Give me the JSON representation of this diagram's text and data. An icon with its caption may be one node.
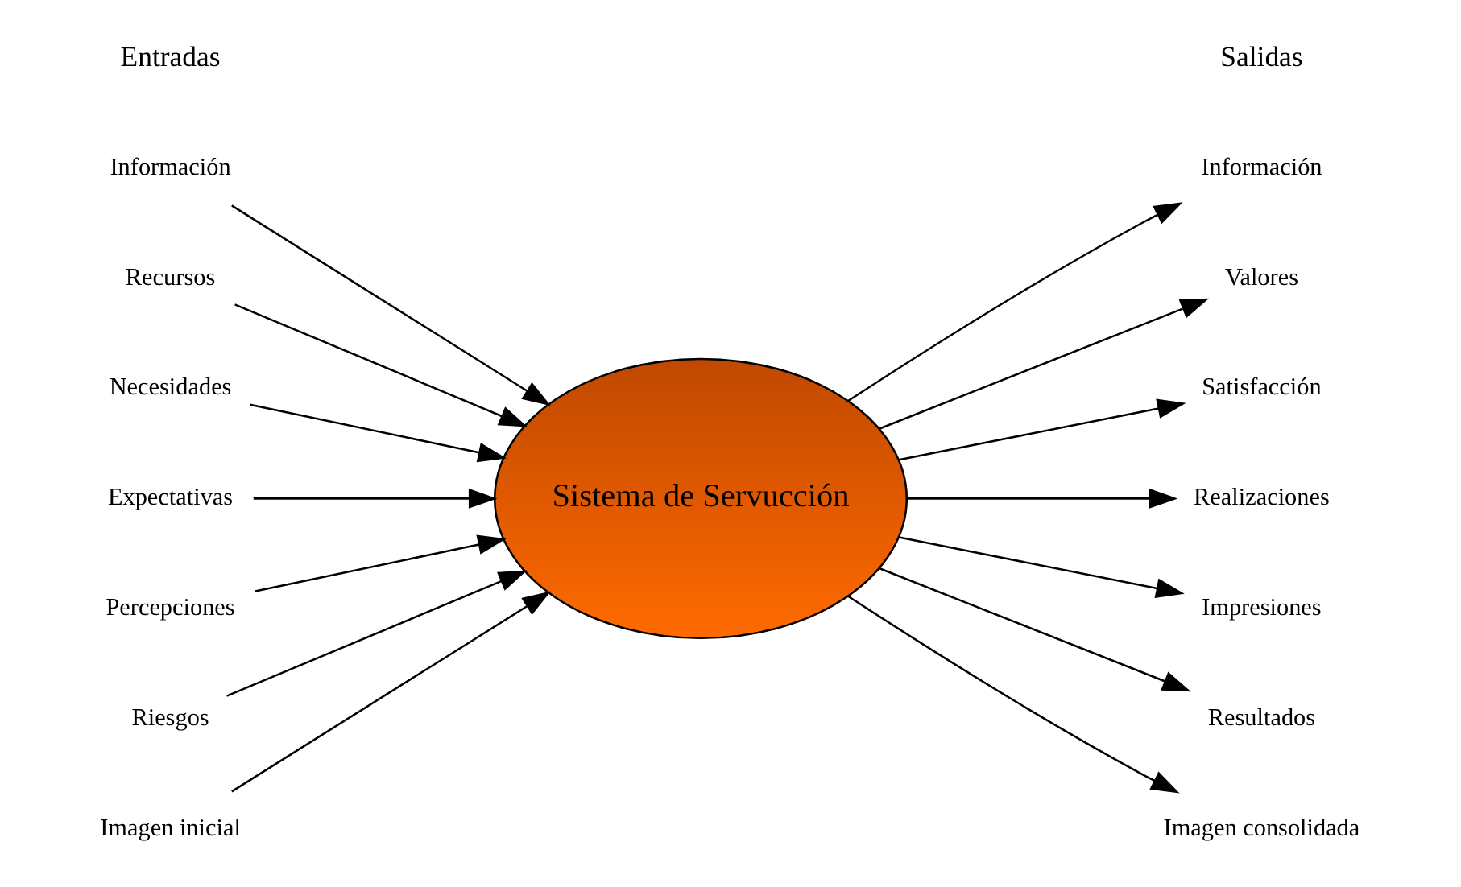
{
  "diagram": {
    "nodes": [
      {
        "text": [
          "Sistema de Servucción"
        ]
      },
      {
        "text": [
          "Información"
        ]
      },
      {
        "text": [
          "Recursos"
        ]
      },
      {
        "text": [
          "Necesidades"
        ]
      },
      {
        "text": [
          "Expectativas"
        ]
      },
      {
        "text": [
          "Percepciones"
        ]
      },
      {
        "text": [
          "Riesgos"
        ]
      },
      {
        "text": [
          "Imagen inicial"
        ]
      },
      {
        "text": [
          "Información"
        ]
      },
      {
        "text": [
          "Valores"
        ]
      },
      {
        "text": [
          "Satisfacción"
        ]
      },
      {
        "text": [
          "Realizaciones"
        ]
      },
      {
        "text": [
          "Impresiones"
        ]
      },
      {
        "text": [
          "Resultados"
        ]
      },
      {
        "text": [
          "Imagen consolidada"
        ]
      }
    ],
    "edges": [
      {
        "from": 1,
        "to": 0,
        "arrow": "to"
      },
      {
        "from": 2,
        "to": 0,
        "arrow": "to"
      },
      {
        "from": 3,
        "to": 0,
        "arrow": "to"
      },
      {
        "from": 4,
        "to": 0,
        "arrow": "to"
      },
      {
        "from": 5,
        "to": 0,
        "arrow": "to"
      },
      {
        "from": 6,
        "to": 0,
        "arrow": "to"
      },
      {
        "from": 7,
        "to": 0,
        "arrow": "to"
      },
      {
        "from": 0,
        "to": 8,
        "arrow": "to"
      },
      {
        "from": 0,
        "to": 9,
        "arrow": "to"
      },
      {
        "from": 0,
        "to": 10,
        "arrow": "to"
      },
      {
        "from": 0,
        "to": 11,
        "arrow": "to"
      },
      {
        "from": 0,
        "to": 12,
        "arrow": "to"
      },
      {
        "from": 0,
        "to": 13,
        "arrow": "to"
      },
      {
        "from": 0,
        "to": 14,
        "arrow": "to"
      }
    ],
    "labels": [
      "Entradas",
      "Salidas"
    ]
  }
}
